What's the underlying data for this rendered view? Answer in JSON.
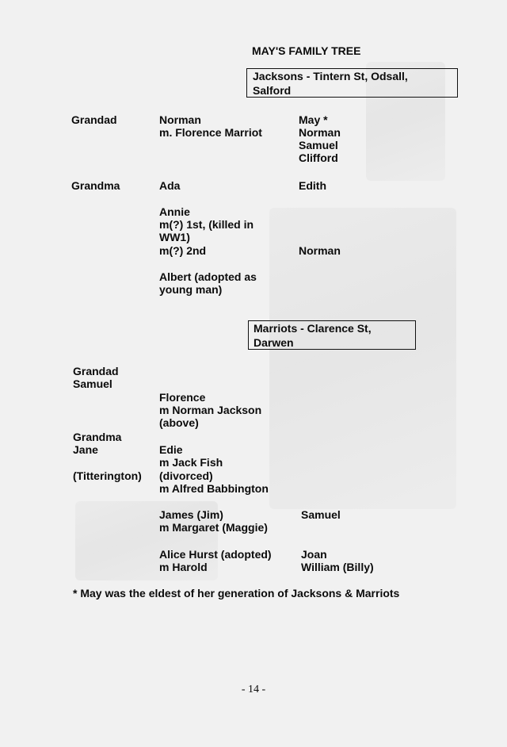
{
  "title": "MAY'S FAMILY TREE",
  "jacksons": {
    "heading_line1": "Jacksons - Tintern St, Odsall,",
    "heading_line2": "Salford",
    "grandad_label": "Grandad",
    "grandad_name": "Norman",
    "grandad_spouse": "m. Florence Marriot",
    "children": [
      "May *",
      "Norman",
      "Samuel",
      "Clifford"
    ],
    "grandma_label": "Grandma",
    "grandma_name": "Ada",
    "grandma_child": "Edith",
    "annie": "Annie",
    "annie_m1_a": "m(?) 1st, (killed in",
    "annie_m1_b": "WW1)",
    "annie_m2": "m(?) 2nd",
    "annie_child": "Norman",
    "albert_a": "Albert (adopted as",
    "albert_b": "young man)"
  },
  "marriots": {
    "heading_line1": "Marriots - Clarence St,",
    "heading_line2": "Darwen",
    "grandad_label_a": "Grandad",
    "grandad_label_b": "Samuel",
    "florence": "Florence",
    "florence_m": "m Norman Jackson",
    "florence_note": "(above)",
    "grandma_label_a": "Grandma",
    "grandma_label_b": "Jane",
    "grandma_label_c": "(Titterington)",
    "edie": "Edie",
    "edie_m1": "m Jack Fish",
    "edie_note": "(divorced)",
    "edie_m2": "m Alfred Babbington",
    "james": "James (Jim)",
    "james_m": "m Margaret (Maggie)",
    "james_child": "Samuel",
    "alice": "Alice Hurst (adopted)",
    "alice_m": "m Harold",
    "alice_child1": "Joan",
    "alice_child2": "William (Billy)"
  },
  "footnote": "* May was the eldest of her generation of Jacksons & Marriots",
  "page_number": "- 14 -"
}
